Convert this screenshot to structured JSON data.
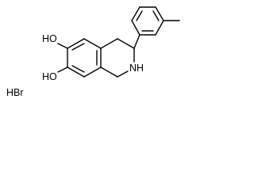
{
  "molecule": {
    "labels": {
      "oh_top": "HO",
      "oh_bottom": "HO",
      "amine": "NH",
      "salt": "HBr"
    },
    "colors": {
      "bond": "#000000",
      "text": "#000000",
      "background": "#ffffff"
    }
  }
}
